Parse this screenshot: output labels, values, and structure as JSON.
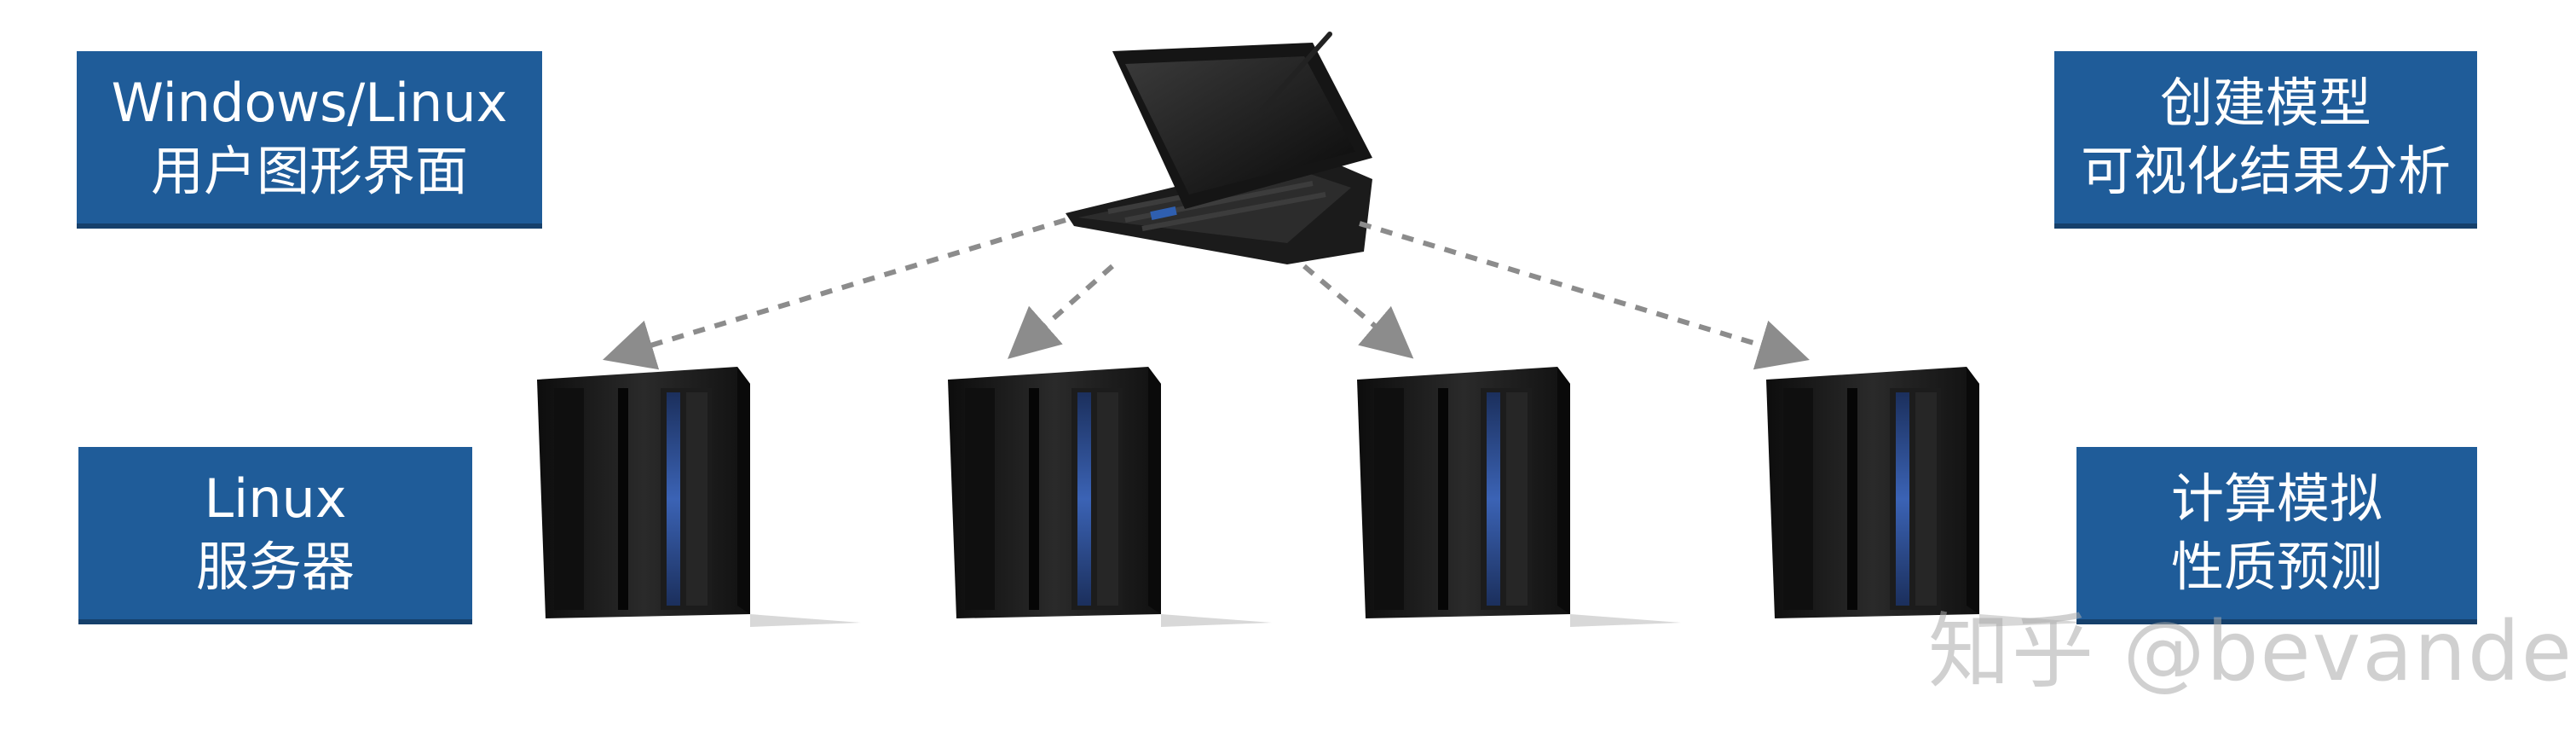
{
  "labels": {
    "gui": {
      "line1": "Windows/Linux",
      "line2": "用户图形界面"
    },
    "server": {
      "line1": "Linux",
      "line2": "服务器"
    },
    "model": {
      "line1": "创建模型",
      "line2": "可视化结果分析"
    },
    "compute": {
      "line1": "计算模拟",
      "line2": "性质预测"
    }
  },
  "watermark": "知乎 @bevander",
  "colors": {
    "box_fill": "#1f5c99",
    "box_text": "#ffffff",
    "arrow": "#8c8c8c",
    "server_body": "#1a1a1a",
    "server_accent": "#2b4a8c"
  },
  "icons": {
    "client": "laptop-icon",
    "servers": [
      "server-rack-icon",
      "server-rack-icon",
      "server-rack-icon",
      "server-rack-icon"
    ]
  }
}
